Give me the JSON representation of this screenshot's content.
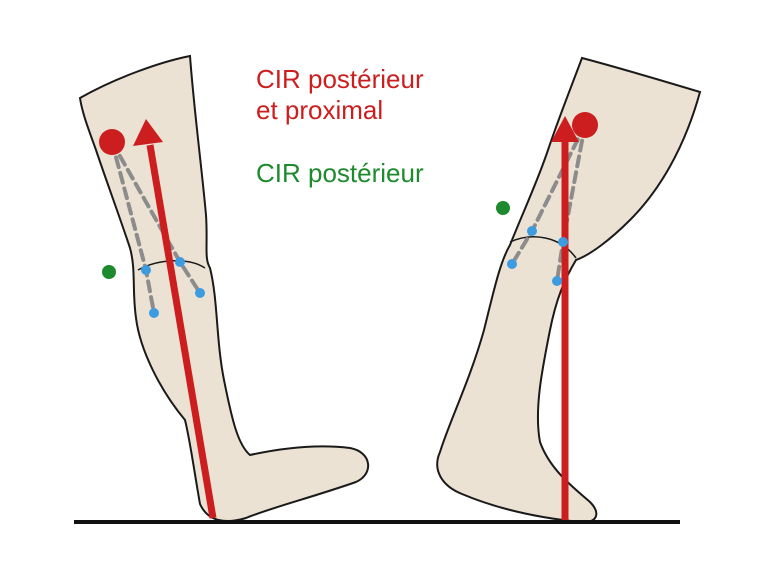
{
  "labels": {
    "red_line1": "CIR postérieur",
    "red_line2": "et proximal",
    "green": "CIR postérieur"
  },
  "colors": {
    "red": "#cc1e1e",
    "green": "#1e8a2e",
    "blue": "#3d9be0",
    "skin": "#ece2d3",
    "outline": "#1a1a1a",
    "dash": "#8c8c8c",
    "ground": "#111111"
  },
  "icons": [
    "left-leg-illustration",
    "right-leg-illustration",
    "force-arrow",
    "rotation-center-dot"
  ]
}
